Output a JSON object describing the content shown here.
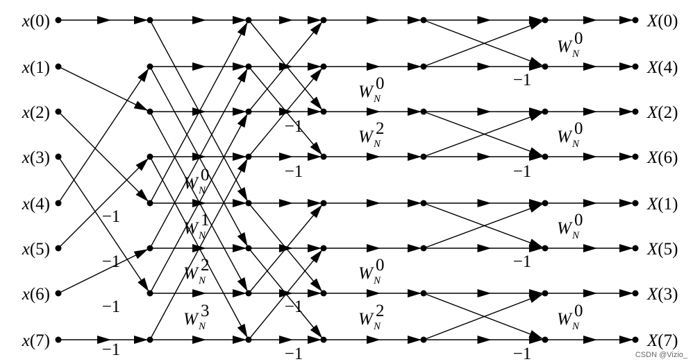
{
  "inputs": [
    "x(0)",
    "x(1)",
    "x(2)",
    "x(3)",
    "x(4)",
    "x(5)",
    "x(6)",
    "x(7)"
  ],
  "outputs": [
    "X(0)",
    "X(4)",
    "X(2)",
    "X(6)",
    "X(1)",
    "X(5)",
    "X(3)",
    "X(7)"
  ],
  "minus_one": "−1",
  "twiddle": {
    "base": "W",
    "sub": "N",
    "stage1": [
      "0",
      "1",
      "2",
      "3"
    ],
    "stage2": [
      "0",
      "2",
      "0",
      "2"
    ],
    "stage3": [
      "0",
      "0",
      "0",
      "0"
    ]
  },
  "watermark": "CSDN @Vizio_",
  "colors": {
    "line": "#000000",
    "background": "#ffffff"
  }
}
